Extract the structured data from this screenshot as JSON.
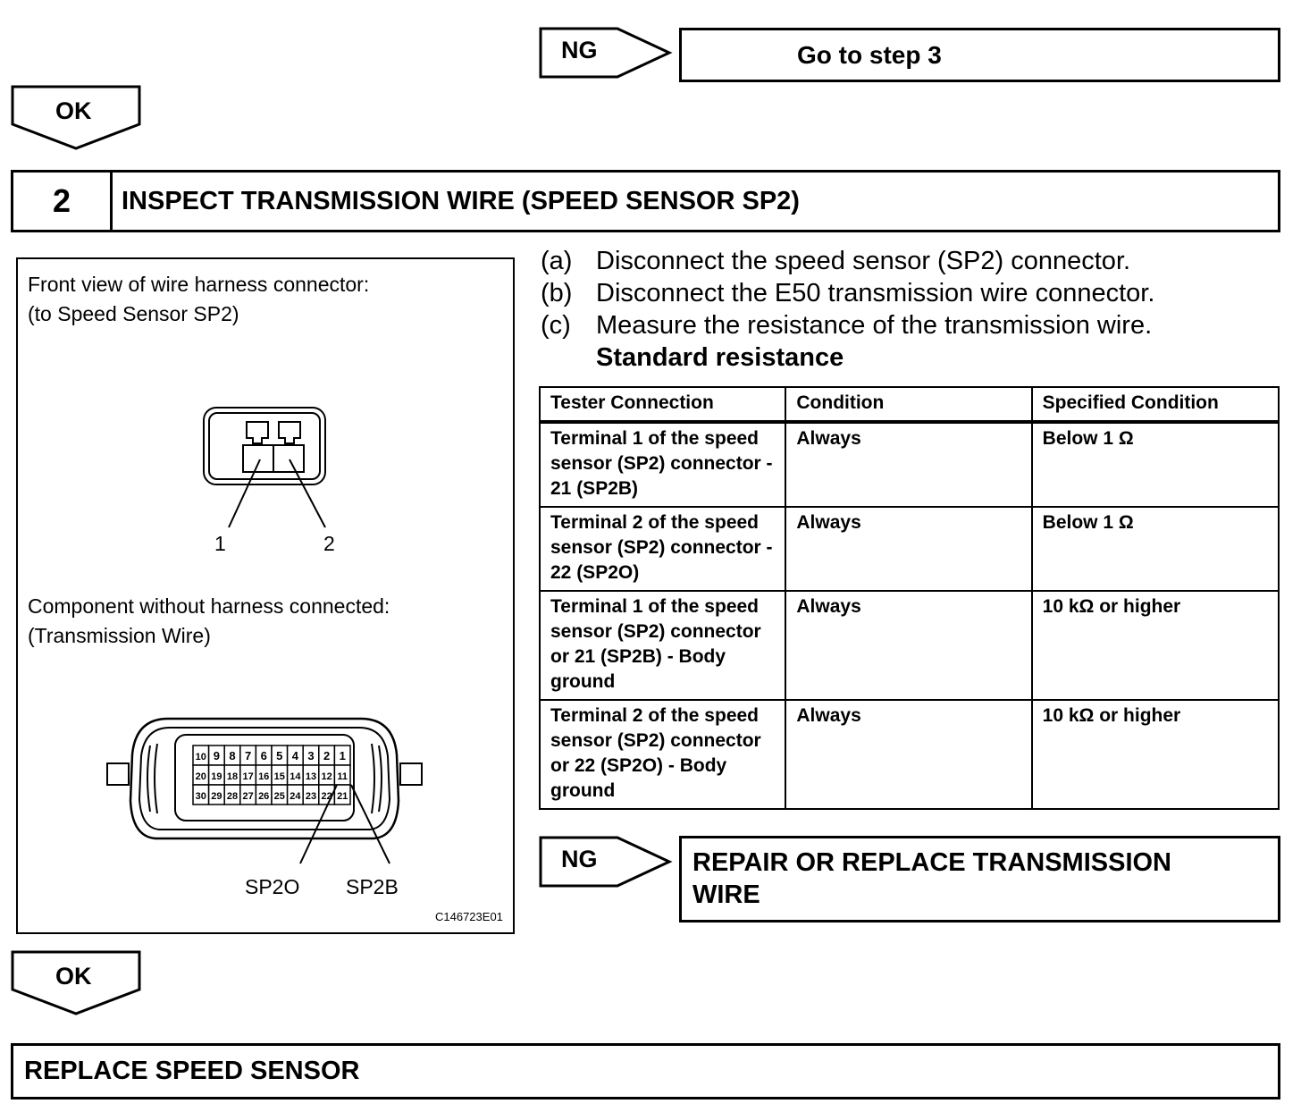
{
  "top_ng": {
    "badge": "NG",
    "target": "Go to step 3"
  },
  "ok_badges": [
    "OK",
    "OK"
  ],
  "step": {
    "number": "2",
    "title": "INSPECT TRANSMISSION WIRE (SPEED SENSOR SP2)"
  },
  "figure": {
    "connector1_title": "Front view of wire harness connector:",
    "connector1_sub": "(to Speed Sensor SP2)",
    "connector1_pins": [
      "1",
      "2"
    ],
    "connector2_title": "Component without harness connected:",
    "connector2_sub": "(Transmission Wire)",
    "connector2_rows": [
      [
        "10",
        "9",
        "8",
        "7",
        "6",
        "5",
        "4",
        "3",
        "2",
        "1"
      ],
      [
        "20",
        "19",
        "18",
        "17",
        "16",
        "15",
        "14",
        "13",
        "12",
        "11"
      ],
      [
        "30",
        "29",
        "28",
        "27",
        "26",
        "25",
        "24",
        "23",
        "22",
        "21"
      ]
    ],
    "connector2_labels": [
      "SP2O",
      "SP2B"
    ],
    "code": "C146723E01"
  },
  "instructions": [
    {
      "key": "(a)",
      "text": "Disconnect the speed sensor (SP2) connector."
    },
    {
      "key": "(b)",
      "text": "Disconnect the E50 transmission wire connector."
    },
    {
      "key": "(c)",
      "text": "Measure the resistance of the transmission wire."
    }
  ],
  "standard_label": "Standard resistance",
  "table": {
    "headers": [
      "Tester Connection",
      "Condition",
      "Specified Condition"
    ],
    "rows": [
      [
        "Terminal 1 of the speed sensor (SP2) connector - 21 (SP2B)",
        "Always",
        "Below 1 Ω"
      ],
      [
        "Terminal 2 of the speed sensor (SP2) connector - 22 (SP2O)",
        "Always",
        "Below 1 Ω"
      ],
      [
        "Terminal 1 of the speed sensor (SP2) connector or 21 (SP2B) - Body ground",
        "Always",
        "10 kΩ or higher"
      ],
      [
        "Terminal 2 of the speed sensor (SP2) connector or 22 (SP2O) - Body ground",
        "Always",
        "10 kΩ or higher"
      ]
    ]
  },
  "bottom_ng": {
    "badge": "NG",
    "target_line1": "REPAIR OR REPLACE TRANSMISSION",
    "target_line2": "WIRE"
  },
  "final_step": "REPLACE SPEED SENSOR"
}
